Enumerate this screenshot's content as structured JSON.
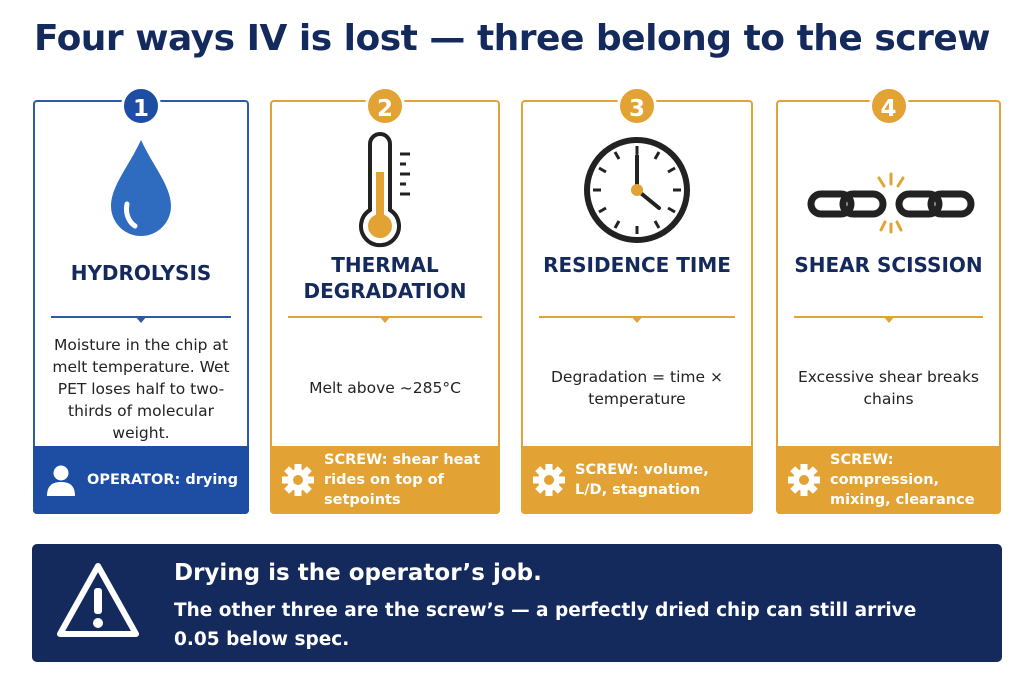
{
  "title": "Four ways IV is lost — three belong to the screw",
  "cards": [
    {
      "number": "1",
      "icon": "water-drop-icon",
      "heading": "HYDROLYSIS",
      "body": "Moisture in the chip at melt temperature. Wet PET loses half to two-thirds of molecular weight.",
      "footer": "OPERATOR: drying",
      "footer_icon": "operator-icon",
      "color": "#1e4ea3"
    },
    {
      "number": "2",
      "icon": "thermometer-icon",
      "heading": "THERMAL DEGRADATION",
      "body": "Melt above ~285°C",
      "footer": "SCREW: shear heat rides on top of setpoints",
      "footer_icon": "gear-icon",
      "color": "#e3a334"
    },
    {
      "number": "3",
      "icon": "clock-icon",
      "heading": "RESIDENCE TIME",
      "body": "Degradation = time × temperature",
      "footer": "SCREW: volume, L/D, stagnation",
      "footer_icon": "gear-icon",
      "color": "#e3a334"
    },
    {
      "number": "4",
      "icon": "broken-chain-icon",
      "heading": "SHEAR SCISSION",
      "body": "Excessive shear breaks chains",
      "footer": "SCREW: compression, mixing, clearance",
      "footer_icon": "gear-icon",
      "color": "#e3a334"
    }
  ],
  "banner": {
    "icon": "warning-icon",
    "headline": "Drying is the operator’s job.",
    "text": "The other three are the screw’s — a perfectly dried chip can still arrive 0.05 below spec."
  }
}
